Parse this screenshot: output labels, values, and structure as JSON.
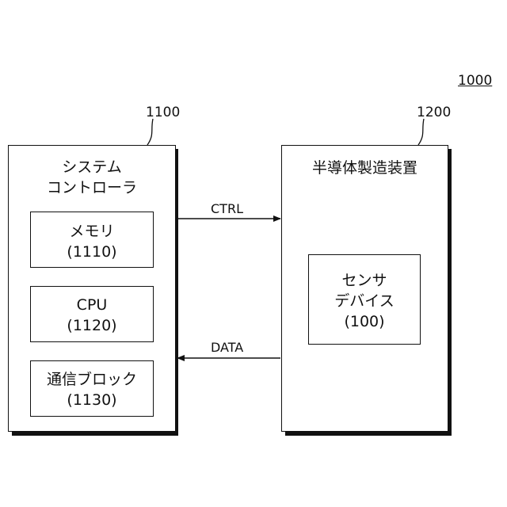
{
  "figure": {
    "ref_main": "1000",
    "controller": {
      "ref": "1100",
      "title_line1": "システム",
      "title_line2": "コントローラ",
      "memory": {
        "name": "メモリ",
        "ref": "(1110)"
      },
      "cpu": {
        "name": "CPU",
        "ref": "(1120)"
      },
      "comm": {
        "name": "通信ブロック",
        "ref": "(1130)"
      }
    },
    "equipment": {
      "ref": "1200",
      "title": "半導体製造装置",
      "sensor": {
        "line1": "センサ",
        "line2": "デバイス",
        "ref": "(100)"
      }
    },
    "signals": {
      "ctrl": "CTRL",
      "data": "DATA"
    }
  }
}
